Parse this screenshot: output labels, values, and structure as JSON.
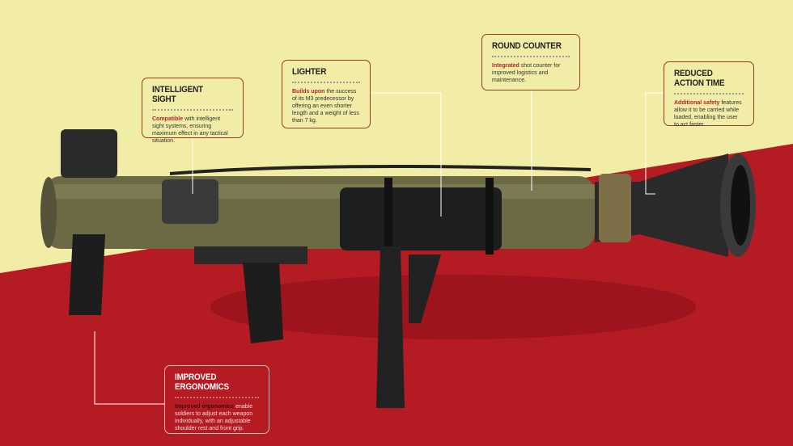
{
  "colors": {
    "yellow": "#f1eca6",
    "red": "#b51b23",
    "frame": "#9a3a22",
    "highlight": "#b3262a"
  },
  "callouts": [
    {
      "title": "INTELLIGENT SIGHT",
      "highlight": "Compatible",
      "text": " with intelligent sight systems, ensuring maximum effect in any tactical situation."
    },
    {
      "title": "LIGHTER",
      "highlight": "Builds upon",
      "text": " the success of its M3 predecessor by offering an even shorter length and a weight of less than 7 kg."
    },
    {
      "title": "ROUND COUNTER",
      "highlight": "Integrated",
      "text": " shot counter for improved logistics and maintenance."
    },
    {
      "title": "REDUCED ACTION TIME",
      "highlight": "Additional safety",
      "text": " features allow it to be carried while loaded, enabling the user to act faster."
    },
    {
      "title": "IMPROVED ERGONOMICS",
      "highlight": "Improved ergonomics",
      "text": " enable soldiers to adjust each weapon individually, with an adjustable shoulder rest and front grip."
    }
  ]
}
